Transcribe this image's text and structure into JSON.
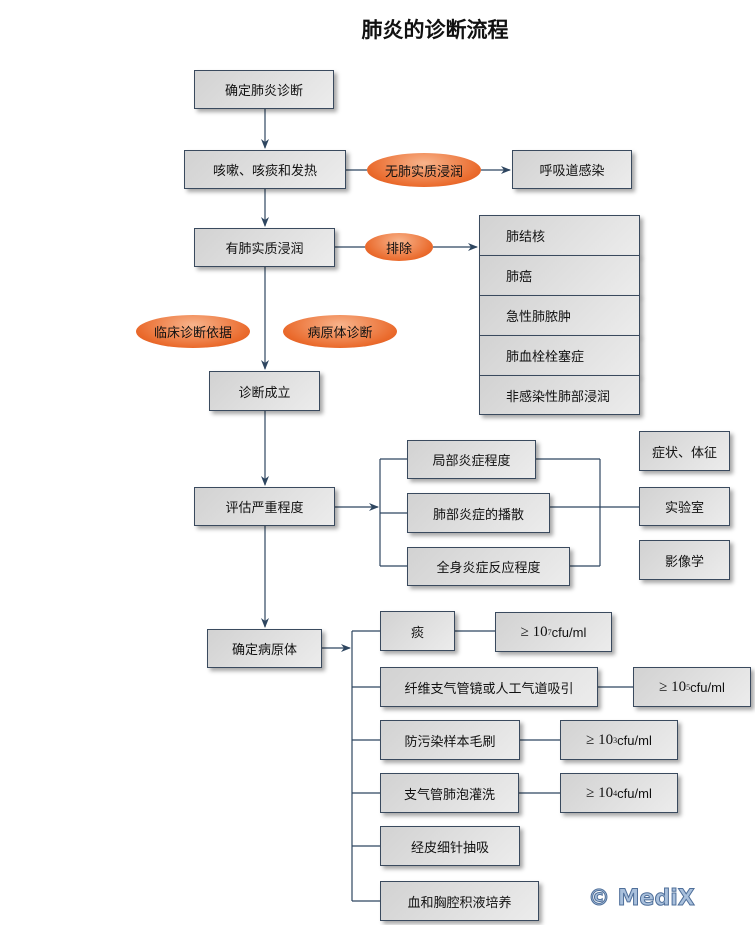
{
  "title": "肺炎的诊断流程",
  "main": {
    "confirm_pneumonia": "确定肺炎诊断",
    "symptoms": "咳嗽、咳痰和发热",
    "no_infiltrate": "无肺实质浸润",
    "resp_infection": "呼吸道感染",
    "infiltrate": "有肺实质浸润",
    "exclude": "排除",
    "clinical_basis": "临床诊断依据",
    "pathogen_dx": "病原体诊断",
    "dx_established": "诊断成立",
    "assess_severity": "评估严重程度",
    "confirm_pathogen": "确定病原体"
  },
  "exclusions": [
    "肺结核",
    "肺癌",
    "急性肺脓肿",
    "肺血栓栓塞症",
    "非感染性肺部浸润"
  ],
  "severity": [
    "局部炎症程度",
    "肺部炎症的播散",
    "全身炎症反应程度"
  ],
  "severity_sources": [
    "症状、体征",
    "实验室",
    "影像学"
  ],
  "specimens": [
    "痰",
    "纤维支气管镜或人工气道吸引",
    "防污染样本毛刷",
    "支气管肺泡灌洗",
    "经皮细针抽吸",
    "血和胸腔积液培养"
  ],
  "thresholds": [
    {
      "prefix": "≥ 10",
      "exp": "7",
      "unit": "cfu/ml"
    },
    {
      "prefix": "≥ 10",
      "exp": "5",
      "unit": "cfu/ml"
    },
    {
      "prefix": "≥ 10",
      "exp": "3",
      "unit": "cfu/ml"
    },
    {
      "prefix": "≥ 10",
      "exp": "4",
      "unit": "cfu/ml"
    }
  ],
  "watermark": "© MediX"
}
